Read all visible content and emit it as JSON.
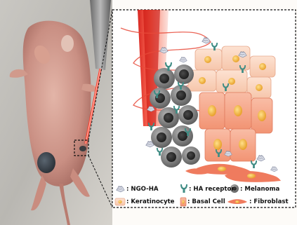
{
  "legend": {
    "ngo_ha": ": NGO-HA",
    "ha_receptor": ": HA receptor",
    "melanoma": ": Melanoma",
    "keratinocyte": ": Keratinocyte",
    "basal_cell": ": Basal Cell",
    "fibroblast": ": Fibroblast"
  },
  "colors": {
    "laser": "#e8342a",
    "keratinocyte": "#f9d2b8",
    "basal_cell": "#f6a98f",
    "melanoma": "#6f6f6f",
    "ha_receptor": "#3f8c84",
    "fibroblast": "#ef7b5e",
    "nucleus": "#f4c045"
  }
}
